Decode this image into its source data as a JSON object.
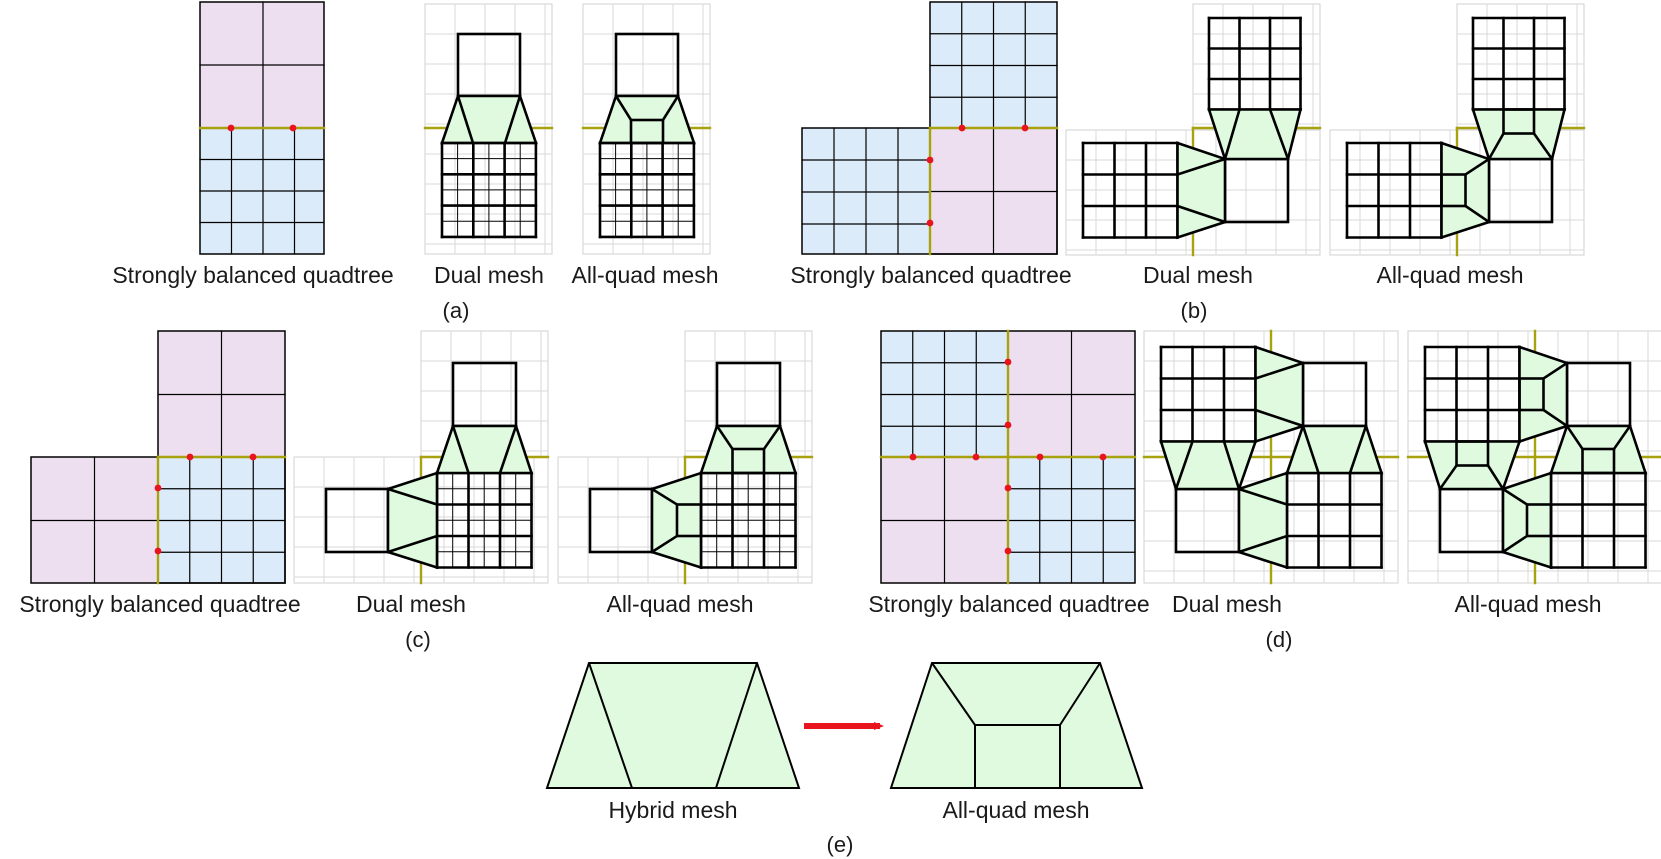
{
  "panels": {
    "a": {
      "label": "(a)",
      "captions": [
        "Strongly balanced quadtree",
        "Dual mesh",
        "All-quad mesh"
      ]
    },
    "b": {
      "label": "(b)",
      "captions": [
        "Strongly balanced quadtree",
        "Dual mesh",
        "All-quad mesh"
      ]
    },
    "c": {
      "label": "(c)",
      "captions": [
        "Strongly balanced quadtree",
        "Dual mesh",
        "All-quad mesh"
      ]
    },
    "d": {
      "label": "(d)",
      "captions": [
        "Strongly balanced quadtree",
        "Dual mesh",
        "All-quad mesh"
      ]
    },
    "e": {
      "label": "(e)",
      "captions": [
        "Hybrid mesh",
        "All-quad mesh"
      ]
    }
  },
  "colors": {
    "coarse_fill": "#eddff0",
    "fine_fill": "#dcebf9",
    "transition_fill": "#dffadf",
    "boundary": "#a8a20e",
    "hanging_node": "#e8141e",
    "arrow": "#e8141e",
    "mesh_edge": "#000000",
    "background_grid": "#d9d9d9"
  }
}
